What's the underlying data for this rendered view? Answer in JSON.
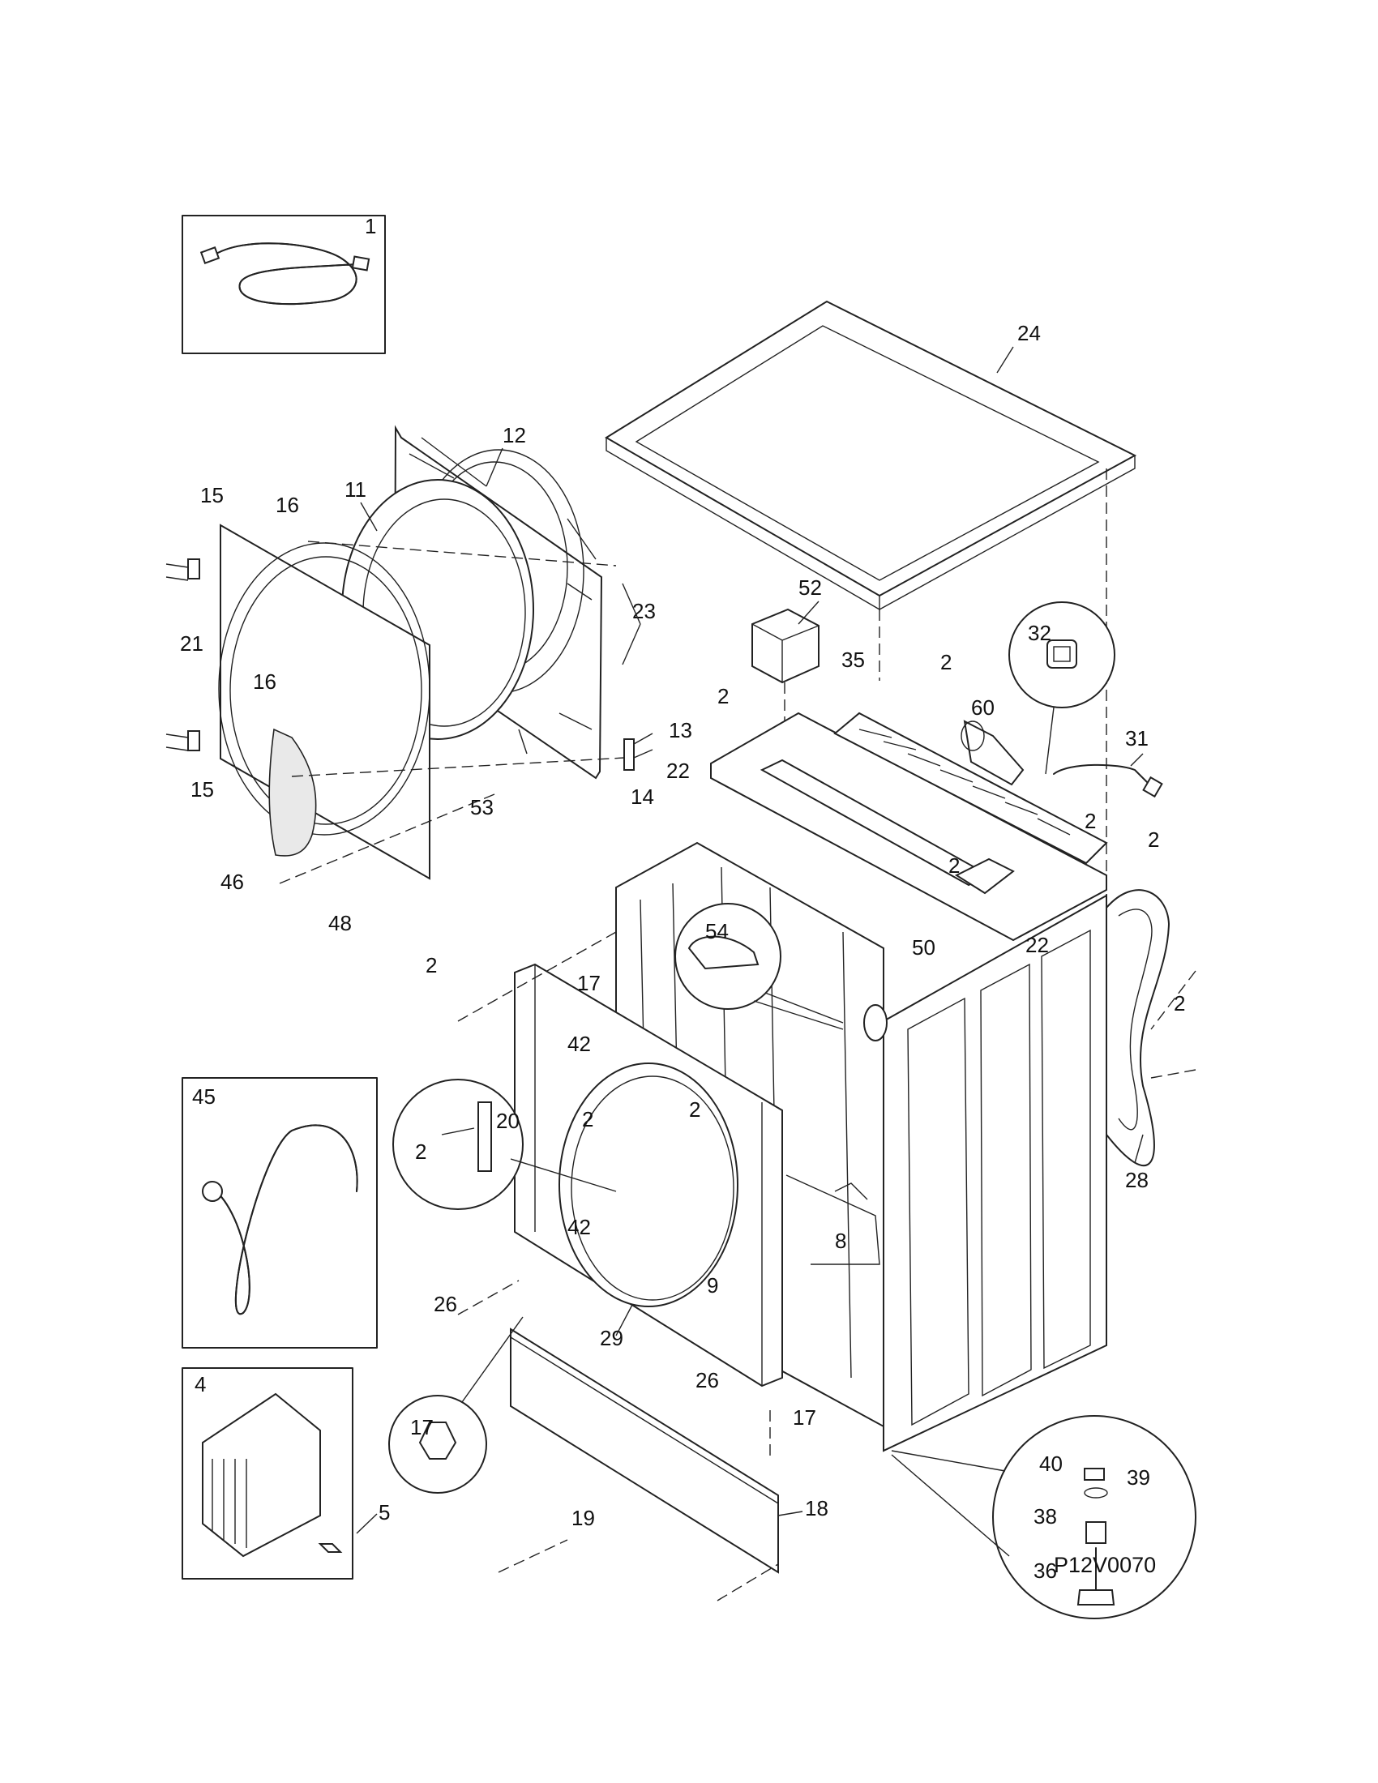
{
  "diagram": {
    "drawing_code": "P12V0070",
    "labels": [
      {
        "id": "inset-hose-1",
        "text": "1"
      },
      {
        "id": "top",
        "text": "24"
      },
      {
        "id": "door-frame",
        "text": "12"
      },
      {
        "id": "door-ring",
        "text": "11"
      },
      {
        "id": "screw-16a",
        "text": "16"
      },
      {
        "id": "hinge-15a",
        "text": "15"
      },
      {
        "id": "screws-21",
        "text": "21"
      },
      {
        "id": "screw-16b",
        "text": "16"
      },
      {
        "id": "hinge-15b",
        "text": "15"
      },
      {
        "id": "glass-46",
        "text": "46"
      },
      {
        "id": "door-panel-48",
        "text": "48"
      },
      {
        "id": "bracket-53",
        "text": "53"
      },
      {
        "id": "screws-23",
        "text": "23"
      },
      {
        "id": "hinge-13",
        "text": "13"
      },
      {
        "id": "strike-14",
        "text": "14"
      },
      {
        "id": "block-52",
        "text": "52"
      },
      {
        "id": "screw-2a",
        "text": "2"
      },
      {
        "id": "clip-22a",
        "text": "22"
      },
      {
        "id": "rail-35",
        "text": "35"
      },
      {
        "id": "screw-2b",
        "text": "2"
      },
      {
        "id": "valve-60",
        "text": "60"
      },
      {
        "id": "plug-32",
        "text": "32"
      },
      {
        "id": "cord-31",
        "text": "31"
      },
      {
        "id": "screw-2c",
        "text": "2"
      },
      {
        "id": "screw-2d",
        "text": "2"
      },
      {
        "id": "screw-2e",
        "text": "2"
      },
      {
        "id": "bar-50",
        "text": "50"
      },
      {
        "id": "clip-22b",
        "text": "22"
      },
      {
        "id": "clip-54",
        "text": "54"
      },
      {
        "id": "screw-2f",
        "text": "2"
      },
      {
        "id": "screw-17a",
        "text": "17"
      },
      {
        "id": "screw-2g",
        "text": "2"
      },
      {
        "id": "panel-28",
        "text": "28"
      },
      {
        "id": "inset-hose-45",
        "text": "45"
      },
      {
        "id": "bracket-42a",
        "text": "42"
      },
      {
        "id": "screw-2h",
        "text": "2"
      },
      {
        "id": "latch-20",
        "text": "20"
      },
      {
        "id": "screw-2i",
        "text": "2"
      },
      {
        "id": "screw-2j",
        "text": "2"
      },
      {
        "id": "bracket-42b",
        "text": "42"
      },
      {
        "id": "board-8",
        "text": "8"
      },
      {
        "id": "ring-9",
        "text": "9"
      },
      {
        "id": "screw-26a",
        "text": "26"
      },
      {
        "id": "front-29",
        "text": "29"
      },
      {
        "id": "screw-26b",
        "text": "26"
      },
      {
        "id": "foot-17b",
        "text": "17"
      },
      {
        "id": "screw-17c",
        "text": "17"
      },
      {
        "id": "nut-40",
        "text": "40"
      },
      {
        "id": "washer-39",
        "text": "39"
      },
      {
        "id": "nut-38",
        "text": "38"
      },
      {
        "id": "leg-36",
        "text": "36"
      },
      {
        "id": "inset-control-4",
        "text": "4"
      },
      {
        "id": "bracket-5",
        "text": "5"
      },
      {
        "id": "screws-19",
        "text": "19"
      },
      {
        "id": "kick-18",
        "text": "18"
      }
    ]
  }
}
